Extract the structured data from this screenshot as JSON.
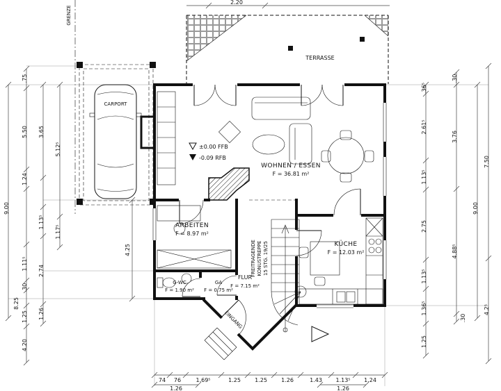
{
  "drawing": {
    "boundary_label": "GRENZE",
    "rooms": {
      "carport": {
        "name": "CARPORT"
      },
      "terrasse": {
        "name": "TERRASSE"
      },
      "wohnen": {
        "name": "WOHNEN / ESSEN",
        "area": "F = 36.81 m²"
      },
      "arbeiten": {
        "name": "ARBEITEN",
        "area": "F = 8.97 m²"
      },
      "kueche": {
        "name": "KÜCHE",
        "area": "F = 12.03 m²"
      },
      "flur": {
        "name": "FLUR",
        "area": "F = 7.15 m²"
      },
      "gwc": {
        "name": "G-WC",
        "area": "F = 1.90 m²"
      },
      "ga": {
        "name": "GA",
        "area": "F = 0.75 m²"
      },
      "eingang": {
        "name": "EINGANG"
      }
    },
    "stair_note": {
      "line1": "FREITRAGENDE",
      "line2": "KONUSTREPPE",
      "line3": "15 STG. 19/25"
    },
    "levels": {
      "ffb": "±0.00 FFB",
      "rfb": "-0.09 RFB"
    },
    "dims": {
      "top": [
        "2.20"
      ],
      "left": [
        ".75",
        "5.50",
        "3.65",
        "5.12⁵",
        "1.24",
        "9.00",
        "1.13⁵",
        "1.17⁵",
        "1.11⁵",
        "2.74",
        ".30",
        "1.26",
        "8.25",
        "1.25",
        "4.20"
      ],
      "inner": [
        "4.25"
      ],
      "right": [
        ".36⁵",
        "2.61⁵",
        "1.13⁵",
        "2.75",
        "1.13⁵",
        "1.36⁵",
        "1.25",
        ".30",
        "3.76",
        "4.88⁵",
        ".30",
        "9.00",
        "7.50",
        "4.2⁵"
      ],
      "bottom": [
        "74",
        "76",
        "1.69⁵",
        "1.25",
        "1.25",
        "1.26",
        "1.43",
        "1.13⁵",
        "1.24"
      ],
      "bottom2": [
        "1.26",
        "1.26"
      ]
    },
    "colors": {
      "ink": "#111111",
      "paper": "#ffffff"
    }
  }
}
